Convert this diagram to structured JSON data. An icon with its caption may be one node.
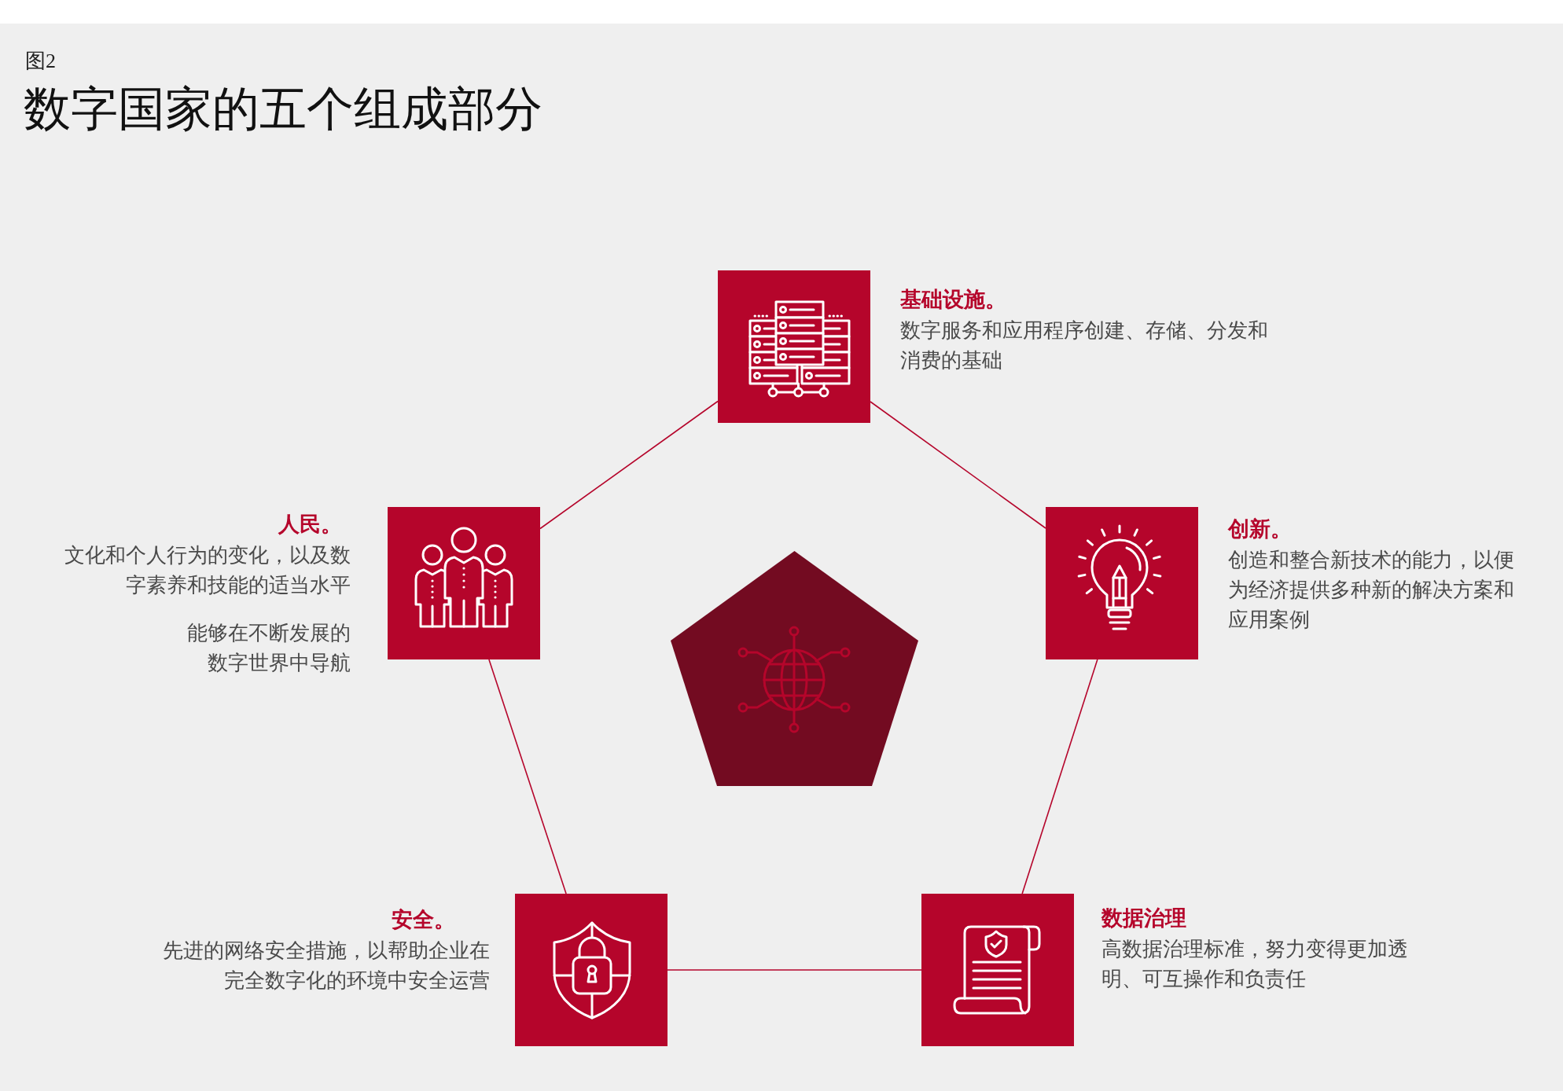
{
  "diagram": {
    "title": "数字国家的五个组成部分",
    "nodes": [
      {
        "text": [
          "基础设施。",
          "数字服务和应用程序创建、存储、分发和消费的基础"
        ]
      },
      {
        "text": [
          "人民。",
          "文化和个人行为的变化，以及数字素养和技能的适当水平",
          "能够在不断发展的数字世界中导航"
        ]
      },
      {
        "text": [
          "创新。",
          "创造和整合新技术的能力，以便为经济提供多种新的解决方案和应用案例"
        ]
      },
      {
        "text": [
          "安全。",
          "先进的网络安全措施，以帮助企业在完全数字化的环境中安全运营"
        ]
      },
      {
        "text": [
          "数据治理",
          "高数据治理标准，努力变得更加透明、可互操作和负责任"
        ]
      }
    ],
    "edges": [
      {
        "from": 0,
        "to": 1,
        "arrow": "none"
      },
      {
        "from": 0,
        "to": 2,
        "arrow": "none"
      },
      {
        "from": 1,
        "to": 3,
        "arrow": "none"
      },
      {
        "from": 2,
        "to": 4,
        "arrow": "none"
      },
      {
        "from": 3,
        "to": 4,
        "arrow": "none"
      }
    ],
    "labels": [
      "图2"
    ]
  }
}
